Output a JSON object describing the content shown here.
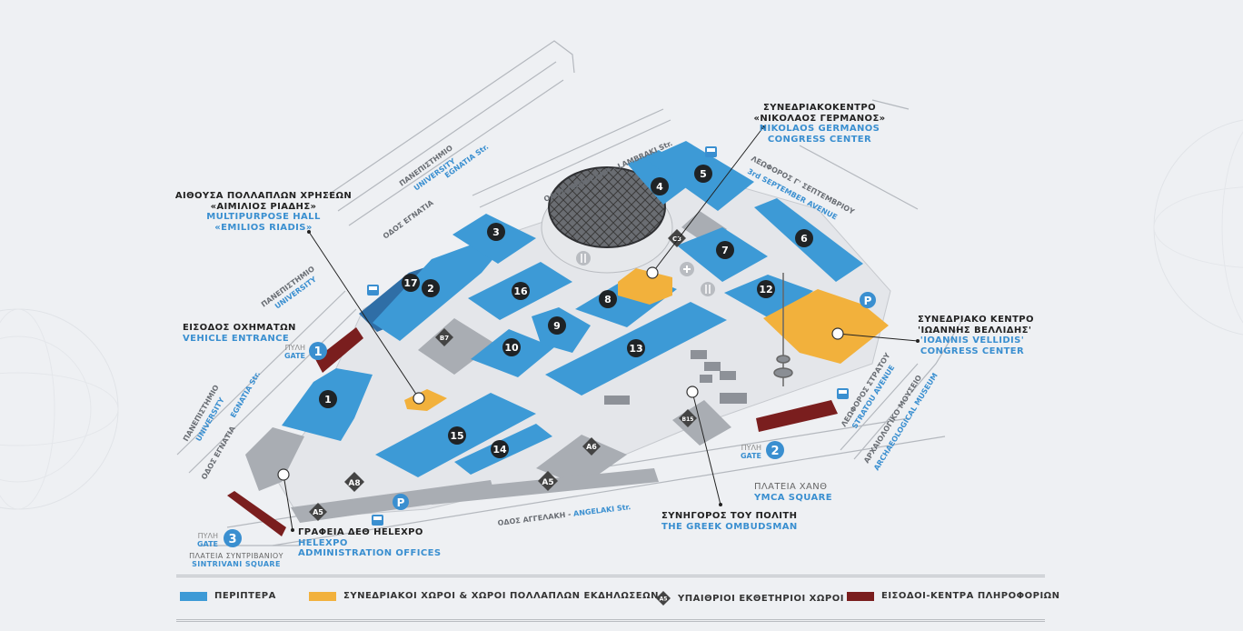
{
  "colors": {
    "pavilion": "#3d9ad6",
    "congress": "#f2b13c",
    "entrance": "#7a1e1e",
    "background": "#eef0f3",
    "outdoor": "#444444"
  },
  "labels": {
    "germanos": {
      "gr1": "ΣΥΝΕΔΡΙΑΚΟΚΕΝΤΡΟ",
      "gr2": "«ΝΙΚΟΛΑΟΣ ΓΕΡΜΑΝΟΣ»",
      "en1": "NIKOLAOS GERMANOS",
      "en2": "CONGRESS CENTER"
    },
    "riadis": {
      "gr1": "ΑΙΘΟΥΣΑ ΠΟΛΛΑΠΛΩΝ ΧΡΗΣΕΩΝ",
      "gr2": "«ΑΙΜΙΛΙΟΣ ΡΙΑΔΗΣ»",
      "en1": "MULTIPURPOSE HALL",
      "en2": "«EMILIOS RIADIS»"
    },
    "vehicle": {
      "gr": "ΕΙΣΟΔΟΣ ΟΧΗΜΑΤΩΝ",
      "en": "VEHICLE ENTRANCE"
    },
    "vellidis": {
      "gr1": "ΣΥΝΕΔΡΙΑΚΟ ΚΕΝΤΡΟ",
      "gr2": "'ΙΩΑΝΝΗΣ ΒΕΛΛΙΔΗΣ'",
      "en1": "'IOANNIS VELLIDIS'",
      "en2": "CONGRESS CENTER"
    },
    "ombudsman": {
      "gr": "ΣΥΝΗΓΟΡΟΣ ΤΟΥ ΠΟΛΙΤΗ",
      "en": "THE GREEK OMBUDSMAN"
    },
    "admin": {
      "gr": "ΓΡΑΦΕΙΑ ΔΕΘ HELEXPO",
      "en1": "HELEXPO",
      "en2": "ADMINISTRATION OFFICES"
    },
    "ymca": {
      "gr": "ΠΛΑΤΕΙΑ ΧΑΝΘ",
      "en": "YMCA SQUARE"
    },
    "sintrivani": {
      "gr": "ΠΛΑΤΕΙΑ ΣΥΝΤΡΙΒΑΝΙΟΥ",
      "en": "SINTRIVANI SQUARE"
    }
  },
  "gates": [
    {
      "number": "1",
      "gr": "ΠΥΛΗ",
      "en": "GATE"
    },
    {
      "number": "2",
      "gr": "ΠΥΛΗ",
      "en": "GATE"
    },
    {
      "number": "3",
      "gr": "ΠΥΛΗ",
      "en": "GATE"
    }
  ],
  "streets": {
    "lambraki": "ΟΔΟΣ ΛΑΜΠΡΑΚΗ - LAMBRAKI Str.",
    "september_gr": "ΛΕΩΦΟΡΟΣ Γ' ΣΕΠΤΕΜΒΡΙΟΥ",
    "september_en": "3rd SEPTEMBER AVENUE",
    "egnatia_top_gr": "ΟΔΟΣ ΕΓΝΑΤΙΑ",
    "egnatia_top_en": "EGNATIA Str.",
    "university_gr": "ΠΑΝΕΠΙΣΤΗΜΙΟ",
    "university_en": "UNIVERSITY",
    "egnatia_left_gr": "ΟΔΟΣ ΕΓΝΑΤΙΑ",
    "egnatia_left_en": "EGNATIA Str.",
    "angelaki_gr": "ΟΔΟΣ ΑΓΓΕΛΑΚΗ - ",
    "angelaki_en": "ANGELAKI Str.",
    "stratou_gr": "ΛΕΩΦΟΡΟΣ ΣΤΡΑΤΟΥ",
    "stratou_en": "STRATOU AVENUE",
    "museum_gr": "ΑΡΧΑΙΟΛΟΓΙΚΟ ΜΟΥΣΕΙΟ",
    "museum_en": "ARCHAEOLOGICAL MUSEUM"
  },
  "pavilions": [
    "1",
    "2",
    "3",
    "4",
    "5",
    "6",
    "7",
    "8",
    "9",
    "10",
    "12",
    "13",
    "14",
    "15",
    "16",
    "17"
  ],
  "outdoor_areas": [
    "A5",
    "A5",
    "A6",
    "A8",
    "B7",
    "B15",
    "C3"
  ],
  "icons": [
    "bus-icon",
    "parking-icon",
    "restaurant-icon",
    "first-aid-icon",
    "info-point-icon"
  ],
  "legend": [
    {
      "label": "ΠΕΡΙΠΤΕΡΑ",
      "color": "#3d9ad6"
    },
    {
      "label": "ΣΥΝΕΔΡΙΑΚΟΙ ΧΩΡΟΙ & ΧΩΡΟΙ ΠΟΛΛΑΠΛΩΝ ΕΚΔΗΛΩΣΕΩΝ",
      "color": "#f2b13c"
    },
    {
      "label": "ΥΠΑΙΘΡΙΟΙ ΕΚΘΕΤΗΡΙΟΙ ΧΩΡΟΙ",
      "badge": "A5"
    },
    {
      "label": "ΕΙΣΟΔΟΙ-ΚΕΝΤΡΑ ΠΛΗΡΟΦΟΡΙΩΝ",
      "color": "#7a1e1e"
    }
  ]
}
